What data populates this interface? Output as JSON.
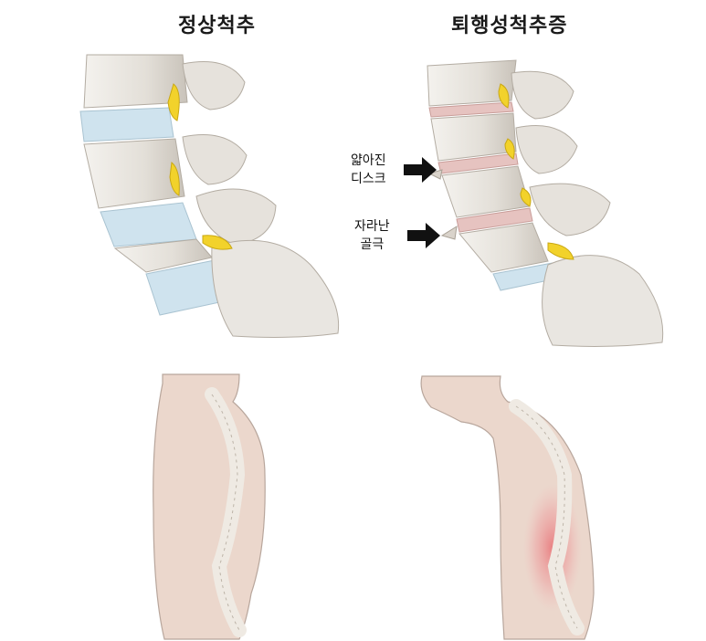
{
  "titles": {
    "normal": "정상척추",
    "degenerative": "퇴행성척추증"
  },
  "labels": {
    "thin_disc": [
      "얇아진",
      "디스크"
    ],
    "bone_spur": [
      "자라난",
      "골극"
    ]
  },
  "colors": {
    "bone": "#e9e6e1",
    "bone_shadow": "#bdb7ae",
    "disc_healthy": "#cfe3ee",
    "ligament": "#f2d22b",
    "body_skin": "#ebd7cc",
    "body_outline": "#b8a69c",
    "inflammation": "#e8646a",
    "arrow": "#111111"
  }
}
